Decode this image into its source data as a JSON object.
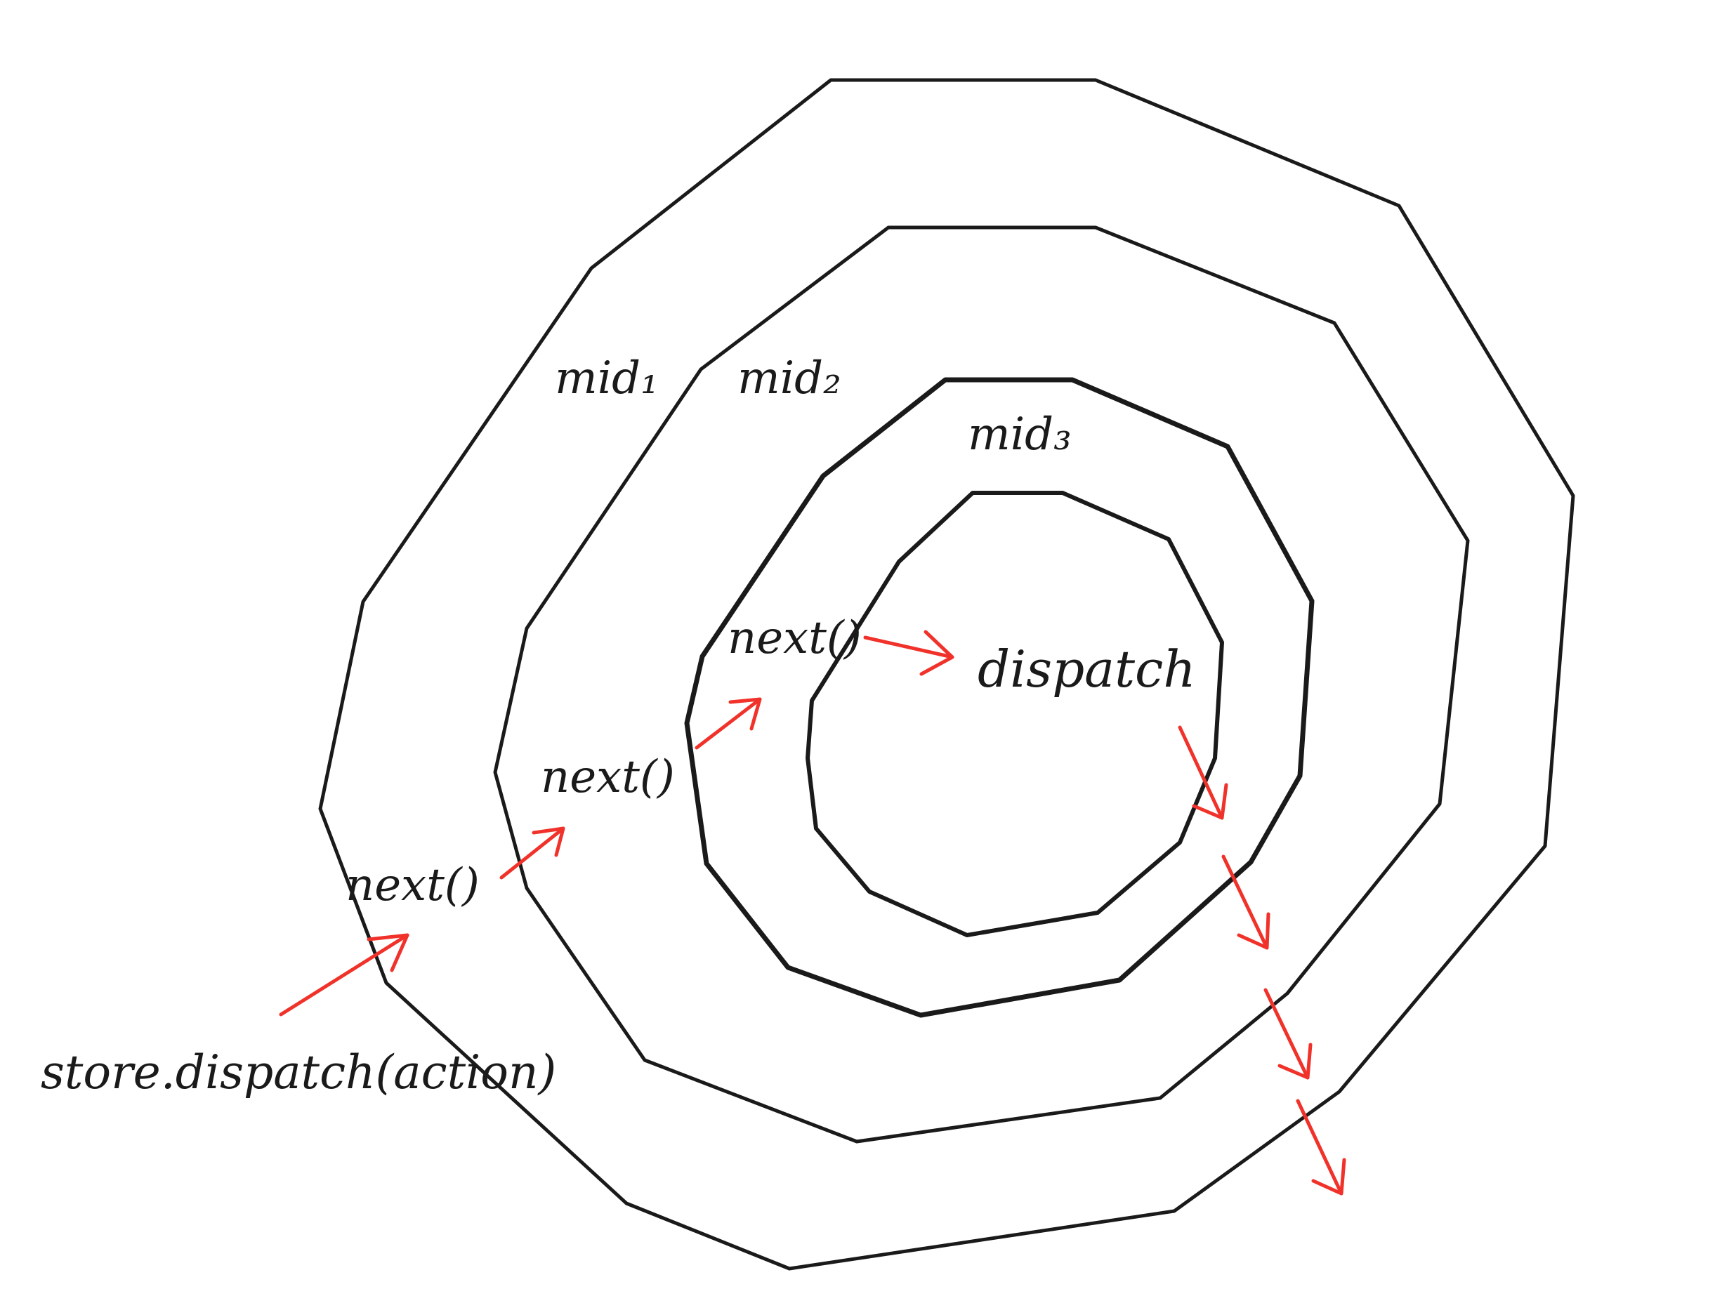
{
  "diagram": {
    "rings": [
      {
        "name": "mid1",
        "label": "mid₁"
      },
      {
        "name": "mid2",
        "label": "mid₂"
      },
      {
        "name": "mid3",
        "label": "mid₃"
      },
      {
        "name": "core",
        "label": "dispatch"
      }
    ],
    "entry_label": "store.dispatch(action)",
    "next_labels": [
      "next()",
      "next()",
      "next()"
    ],
    "colors": {
      "ring_stroke": "#1a1a1a",
      "arrow": "#f0322a",
      "background": "#ffffff"
    }
  }
}
